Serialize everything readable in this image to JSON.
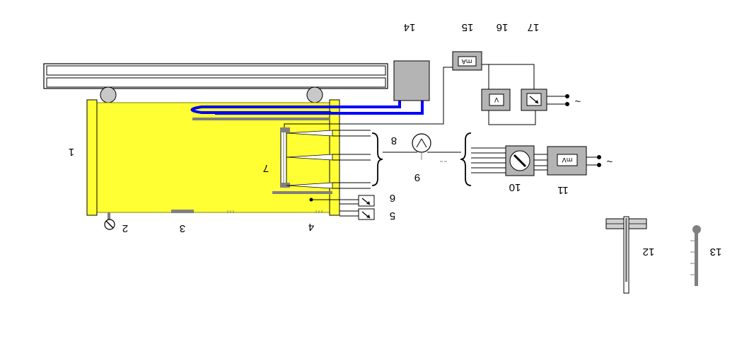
{
  "diagram": {
    "labels": {
      "l1": "1",
      "l2": "2",
      "l3": "3",
      "l4": "4",
      "l5": "5",
      "l6": "6",
      "l7": "7",
      "l8": "8",
      "l9": "9",
      "l10": "10",
      "l11": "11",
      "l12": "12",
      "l13": "13",
      "l14": "14",
      "l15": "15",
      "l16": "16",
      "l17": "17"
    },
    "meters": {
      "ma": "mA",
      "v": "V",
      "mv": "mV"
    },
    "supply_symbol": "~",
    "colors": {
      "vessel": "#ffff33",
      "vessel_outline": "#808000",
      "tube": "#0000ff",
      "device_grey": "#b4b4b4",
      "rod_grey": "#808080"
    }
  }
}
